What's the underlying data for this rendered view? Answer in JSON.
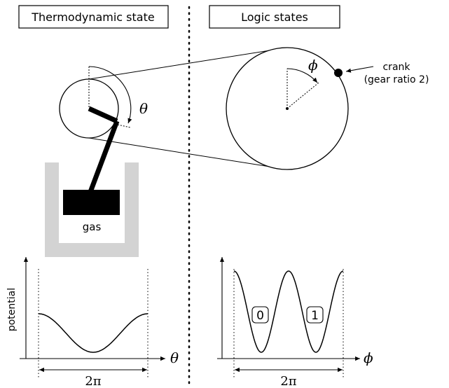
{
  "panels": {
    "left_title": "Thermodynamic state",
    "right_title": "Logic states"
  },
  "mechanism": {
    "crank_label_line1": "crank",
    "crank_label_line2": "(gear ratio 2)",
    "gas_label": "gas",
    "theta_symbol": "θ",
    "phi_symbol": "ϕ"
  },
  "plots": {
    "left": {
      "ylabel": "potential",
      "xlabel": "θ",
      "period_label": "2π"
    },
    "right": {
      "xlabel": "ϕ",
      "period_label": "2π",
      "state_labels": [
        "0",
        "1"
      ]
    }
  },
  "colors": {
    "ink": "#000000",
    "cylinder_gray": "#d3d3d3",
    "background": "#ffffff"
  }
}
